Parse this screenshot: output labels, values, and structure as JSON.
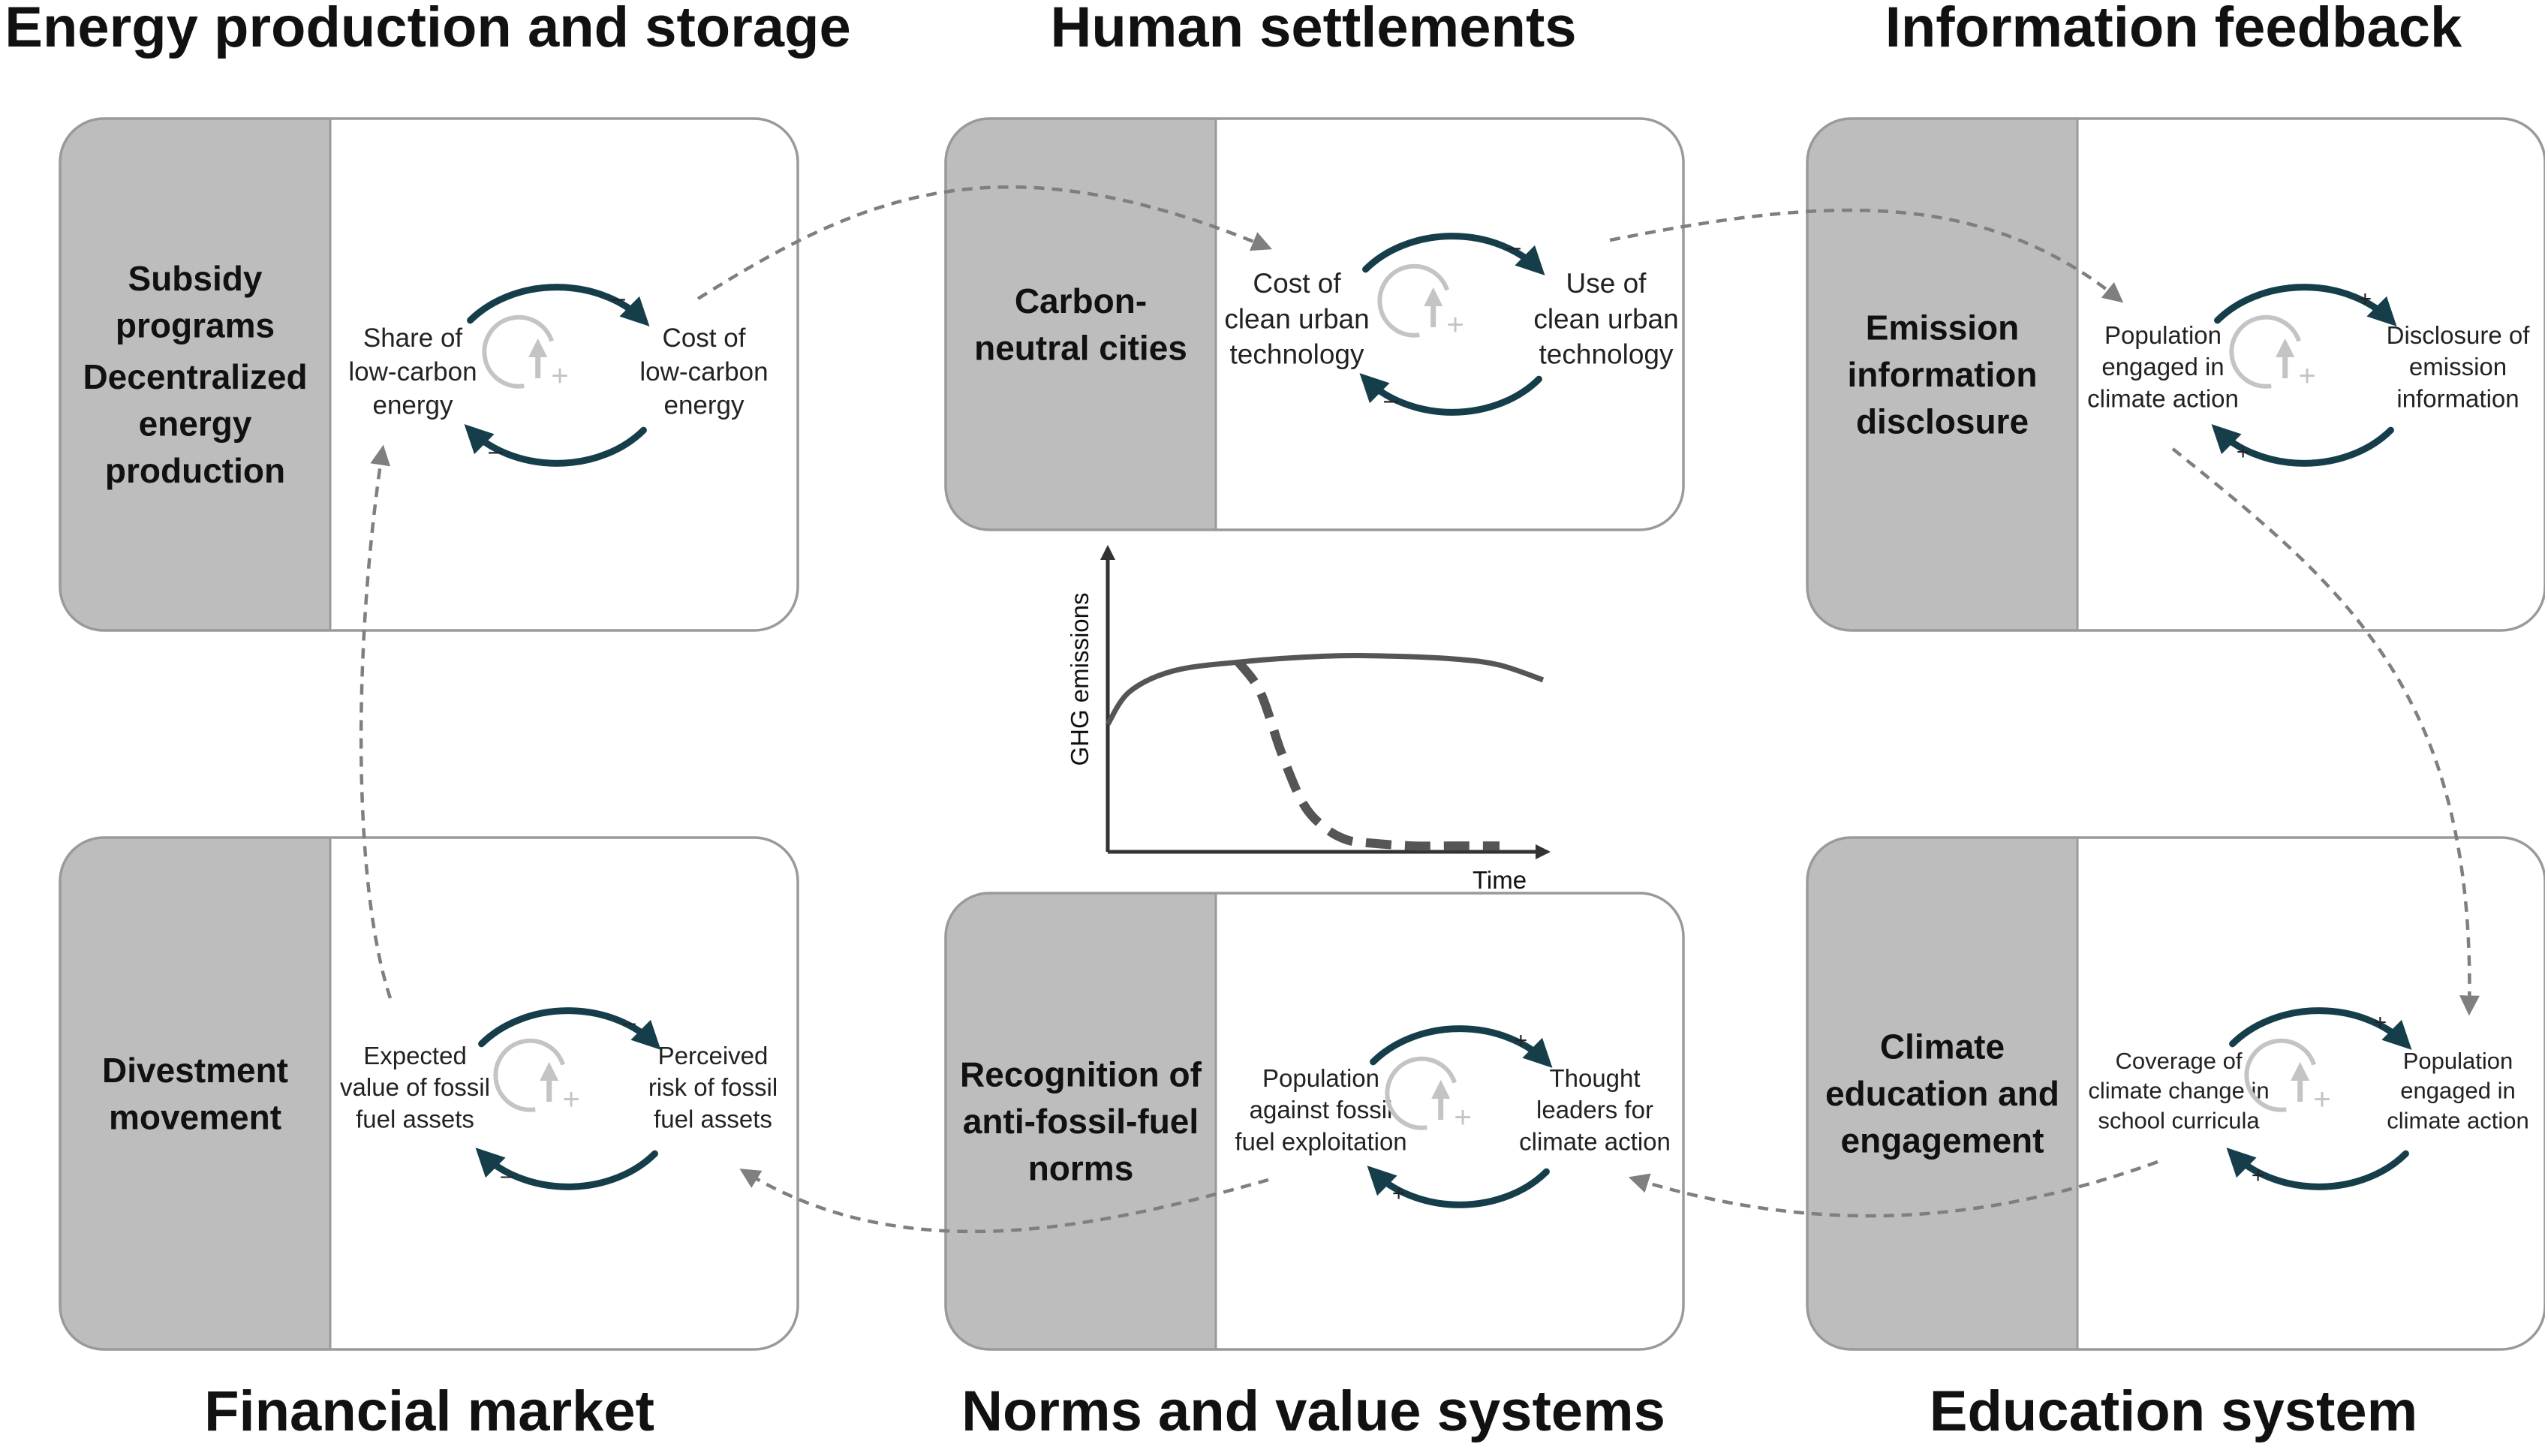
{
  "colors": {
    "panel_fill": "#bdbdbd",
    "panel_border": "#9a9a9a",
    "loop_arrow": "#163e4a",
    "reinforcing_marker": "#c4c4c4",
    "dashed_link": "#7f7f7f",
    "curve": "#555555"
  },
  "sections": {
    "energy": {
      "title": "Energy production and storage",
      "labels": [
        "Subsidy",
        "programs",
        "Decentralized",
        "energy",
        "production"
      ],
      "var_left": [
        "Share of",
        "low-carbon",
        "energy"
      ],
      "var_right": [
        "Cost of",
        "low-carbon",
        "energy"
      ],
      "sign_top": "–",
      "sign_bottom": "–",
      "loop_symbol": "+"
    },
    "settlements": {
      "title": "Human settlements",
      "labels": [
        "Carbon-",
        "neutral cities"
      ],
      "var_left": [
        "Cost of",
        "clean urban",
        "technology"
      ],
      "var_right": [
        "Use of",
        "clean urban",
        "technology"
      ],
      "sign_top": "–",
      "sign_bottom": "–",
      "loop_symbol": "+"
    },
    "information": {
      "title": "Information feedback",
      "labels": [
        "Emission",
        "information",
        "disclosure"
      ],
      "var_left": [
        "Population",
        "engaged in",
        "climate action"
      ],
      "var_right": [
        "Disclosure of",
        "emission",
        "information"
      ],
      "sign_top": "+",
      "sign_bottom": "+",
      "loop_symbol": "+"
    },
    "financial": {
      "title": "Financial market",
      "labels": [
        "Divestment",
        "movement"
      ],
      "var_left": [
        "Expected",
        "value of fossil",
        "fuel assets"
      ],
      "var_right": [
        "Perceived",
        "risk of fossil",
        "fuel assets"
      ],
      "sign_top": "–",
      "sign_bottom": "–",
      "loop_symbol": "+"
    },
    "norms": {
      "title": "Norms and value systems",
      "labels": [
        "Recognition of",
        "anti-fossil-fuel",
        "norms"
      ],
      "var_left": [
        "Population",
        "against fossil",
        "fuel exploitation"
      ],
      "var_right": [
        "Thought",
        "leaders for",
        "climate action"
      ],
      "sign_top": "+",
      "sign_bottom": "+",
      "loop_symbol": "+"
    },
    "education": {
      "title": "Education system",
      "labels": [
        "Climate",
        "education and",
        "engagement"
      ],
      "var_left": [
        "Coverage of",
        "climate change in",
        "school curricula"
      ],
      "var_right": [
        "Population",
        "engaged in",
        "climate action"
      ],
      "sign_top": "+",
      "sign_bottom": "+",
      "loop_symbol": "+"
    }
  },
  "chart_data": {
    "type": "line",
    "xlabel": "Time",
    "ylabel": "GHG emissions",
    "xlim": [
      0,
      10
    ],
    "ylim": [
      0,
      10
    ],
    "series": [
      {
        "style": "solid",
        "x": [
          0,
          0.5,
          1.5,
          3,
          5,
          6.5,
          8,
          9,
          10
        ],
        "y": [
          4.3,
          5.4,
          6.1,
          6.4,
          6.6,
          6.6,
          6.5,
          6.3,
          5.8
        ]
      },
      {
        "style": "dashed",
        "x": [
          3,
          3.5,
          4,
          4.5,
          5,
          5.5,
          6,
          7,
          8,
          9
        ],
        "y": [
          6.4,
          5.4,
          3.3,
          1.6,
          0.8,
          0.4,
          0.3,
          0.2,
          0.2,
          0.2
        ]
      }
    ]
  }
}
